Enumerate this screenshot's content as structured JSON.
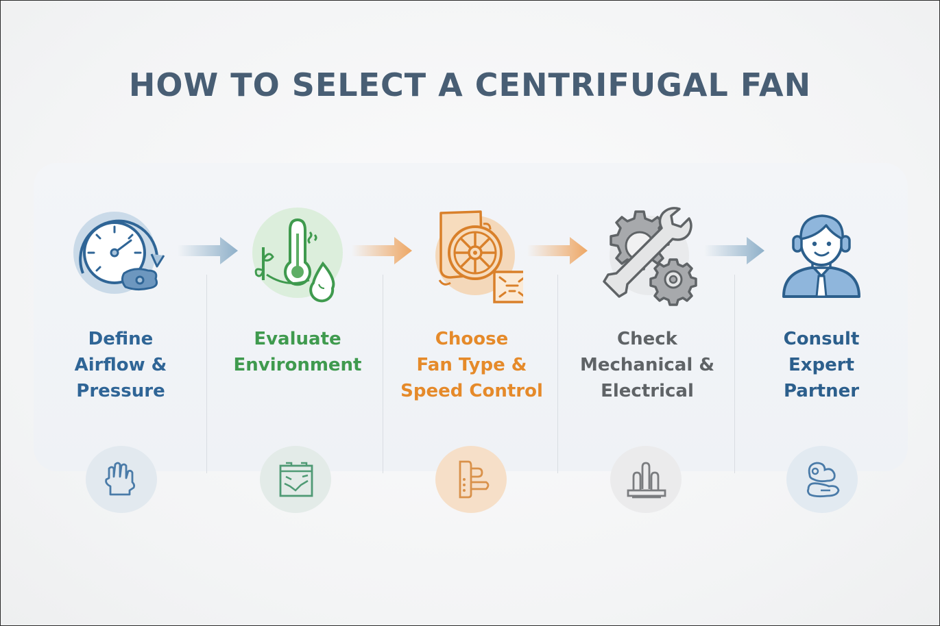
{
  "title": "HOW TO SELECT A CENTRIFUGAL FAN",
  "colors": {
    "title": "#485e74",
    "blue": "#2f6596",
    "green": "#3f9a4e",
    "orange": "#e58a2a",
    "gray": "#5f6366",
    "navy": "#2c5f8c"
  },
  "steps": [
    {
      "label_lines": [
        "Define",
        "Airflow &",
        "Pressure"
      ],
      "icon": "gauge-with-flow-arrow-icon",
      "color": "#2f6596",
      "sub_icon": "hand-icon"
    },
    {
      "label_lines": [
        "Evaluate",
        "Environment",
        ""
      ],
      "icon": "thermometer-plant-droplet-icon",
      "color": "#3f9a4e",
      "sub_icon": "thermal-chart-icon"
    },
    {
      "label_lines": [
        "Choose",
        "Fan Type &",
        "Speed Control"
      ],
      "icon": "fan-wheel-controller-icon",
      "color": "#e58a2a",
      "sub_icon": "controller-handle-icon"
    },
    {
      "label_lines": [
        "Check",
        "Mechanical &",
        "Electrical"
      ],
      "icon": "wrench-gears-icon",
      "color": "#5f6366",
      "sub_icon": "motor-terminals-icon"
    },
    {
      "label_lines": [
        "Consult",
        "Expert",
        "Partner"
      ],
      "icon": "support-agent-headset-icon",
      "color": "#2c5f8c",
      "sub_icon": "handshake-icon"
    }
  ],
  "arrows": [
    {
      "icon": "arrow-right-icon",
      "color": "#8fb0c9"
    },
    {
      "icon": "arrow-right-icon",
      "color": "#eea765"
    },
    {
      "icon": "arrow-right-icon",
      "color": "#eea765"
    },
    {
      "icon": "arrow-right-icon",
      "color": "#8fb0c9"
    }
  ]
}
